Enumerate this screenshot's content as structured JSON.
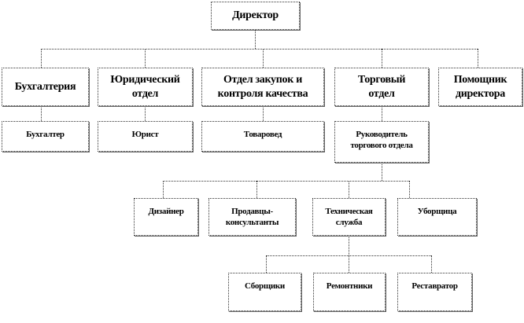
{
  "root": "Директор",
  "departments": [
    "Бухгалтерия",
    "Юридический отдел",
    "Отдел закупок и контроля качества",
    "Торговый отдел",
    "Помощник директора"
  ],
  "staff": [
    "Бухгалтер",
    "Юрист",
    "Товаровед",
    "Руководитель торгового отдела"
  ],
  "trade_subunits": [
    "Дизайнер",
    "Продавцы-консультанты",
    "Техническая служба",
    "Уборщица"
  ],
  "tech_service": [
    "Сборщики",
    "Ремонтники",
    "Реставратор"
  ]
}
